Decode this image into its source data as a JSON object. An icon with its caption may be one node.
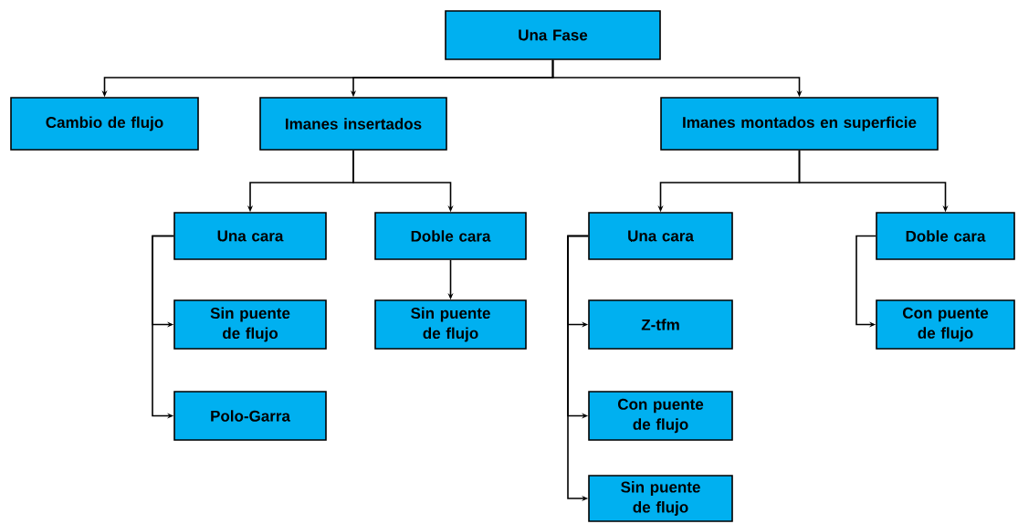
{
  "diagram": {
    "nodes": [
      {
        "text": [
          "Una Fase"
        ]
      },
      {
        "text": [
          "Cambio de flujo"
        ]
      },
      {
        "text": [
          "Imanes insertados"
        ]
      },
      {
        "text": [
          "Imanes montados en superficie"
        ]
      },
      {
        "text": [
          "Una cara"
        ]
      },
      {
        "text": [
          "Sin puente de flujo"
        ]
      },
      {
        "text": [
          "Polo-Garra"
        ]
      },
      {
        "text": [
          "Doble cara"
        ]
      },
      {
        "text": [
          "Sin puente de flujo"
        ]
      },
      {
        "text": [
          "Una cara"
        ]
      },
      {
        "text": [
          "Z-tfm"
        ]
      },
      {
        "text": [
          "Con puente de flujo"
        ]
      },
      {
        "text": [
          "Sin puente de flujo"
        ]
      },
      {
        "text": [
          "Doble cara"
        ]
      },
      {
        "text": [
          "Con puente de flujo"
        ]
      }
    ],
    "edges": [
      {
        "from": 0,
        "to": 1,
        "arrow": "to"
      },
      {
        "from": 0,
        "to": 2,
        "arrow": "to"
      },
      {
        "from": 0,
        "to": 3,
        "arrow": "to"
      },
      {
        "from": 2,
        "to": 4,
        "arrow": "to"
      },
      {
        "from": 2,
        "to": 7,
        "arrow": "to"
      },
      {
        "from": 3,
        "to": 9,
        "arrow": "to"
      },
      {
        "from": 3,
        "to": 13,
        "arrow": "to"
      },
      {
        "from": 4,
        "to": 5,
        "arrow": "to"
      },
      {
        "from": 4,
        "to": 6,
        "arrow": "to"
      },
      {
        "from": 7,
        "to": 8,
        "arrow": "to"
      },
      {
        "from": 9,
        "to": 10,
        "arrow": "to"
      },
      {
        "from": 9,
        "to": 11,
        "arrow": "to"
      },
      {
        "from": 9,
        "to": 12,
        "arrow": "to"
      },
      {
        "from": 13,
        "to": 14,
        "arrow": "to"
      }
    ]
  }
}
